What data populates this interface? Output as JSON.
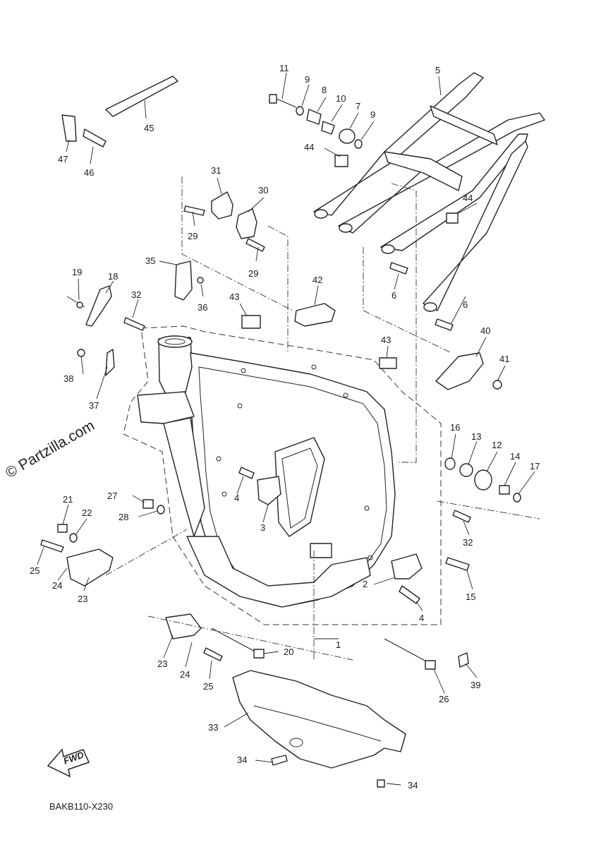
{
  "diagram_code": "BAKB110-X230",
  "watermark": "© Partzilla.com",
  "fwd_label": "FWD",
  "callouts": [
    {
      "id": "c1",
      "text": "1"
    },
    {
      "id": "c2",
      "text": "2"
    },
    {
      "id": "c3",
      "text": "3"
    },
    {
      "id": "c4a",
      "text": "4"
    },
    {
      "id": "c4b",
      "text": "4"
    },
    {
      "id": "c5",
      "text": "5"
    },
    {
      "id": "c6a",
      "text": "6"
    },
    {
      "id": "c6b",
      "text": "6"
    },
    {
      "id": "c7",
      "text": "7"
    },
    {
      "id": "c8",
      "text": "8"
    },
    {
      "id": "c9a",
      "text": "9"
    },
    {
      "id": "c9b",
      "text": "9"
    },
    {
      "id": "c10",
      "text": "10"
    },
    {
      "id": "c11",
      "text": "11"
    },
    {
      "id": "c12",
      "text": "12"
    },
    {
      "id": "c13",
      "text": "13"
    },
    {
      "id": "c14",
      "text": "14"
    },
    {
      "id": "c15",
      "text": "15"
    },
    {
      "id": "c16",
      "text": "16"
    },
    {
      "id": "c17",
      "text": "17"
    },
    {
      "id": "c18",
      "text": "18"
    },
    {
      "id": "c19",
      "text": "19"
    },
    {
      "id": "c20",
      "text": "20"
    },
    {
      "id": "c21",
      "text": "21"
    },
    {
      "id": "c22",
      "text": "22"
    },
    {
      "id": "c23a",
      "text": "23"
    },
    {
      "id": "c23b",
      "text": "23"
    },
    {
      "id": "c24a",
      "text": "24"
    },
    {
      "id": "c24b",
      "text": "24"
    },
    {
      "id": "c25a",
      "text": "25"
    },
    {
      "id": "c25b",
      "text": "25"
    },
    {
      "id": "c26",
      "text": "26"
    },
    {
      "id": "c27",
      "text": "27"
    },
    {
      "id": "c28",
      "text": "28"
    },
    {
      "id": "c29a",
      "text": "29"
    },
    {
      "id": "c29b",
      "text": "29"
    },
    {
      "id": "c30",
      "text": "30"
    },
    {
      "id": "c31",
      "text": "31"
    },
    {
      "id": "c32a",
      "text": "32"
    },
    {
      "id": "c32b",
      "text": "32"
    },
    {
      "id": "c33",
      "text": "33"
    },
    {
      "id": "c34a",
      "text": "34"
    },
    {
      "id": "c34b",
      "text": "34"
    },
    {
      "id": "c35",
      "text": "35"
    },
    {
      "id": "c36",
      "text": "36"
    },
    {
      "id": "c37",
      "text": "37"
    },
    {
      "id": "c38",
      "text": "38"
    },
    {
      "id": "c39",
      "text": "39"
    },
    {
      "id": "c40",
      "text": "40"
    },
    {
      "id": "c41",
      "text": "41"
    },
    {
      "id": "c42",
      "text": "42"
    },
    {
      "id": "c43a",
      "text": "43"
    },
    {
      "id": "c43b",
      "text": "43"
    },
    {
      "id": "c44a",
      "text": "44"
    },
    {
      "id": "c44b",
      "text": "44"
    },
    {
      "id": "c45",
      "text": "45"
    },
    {
      "id": "c46",
      "text": "46"
    },
    {
      "id": "c47",
      "text": "47"
    }
  ]
}
